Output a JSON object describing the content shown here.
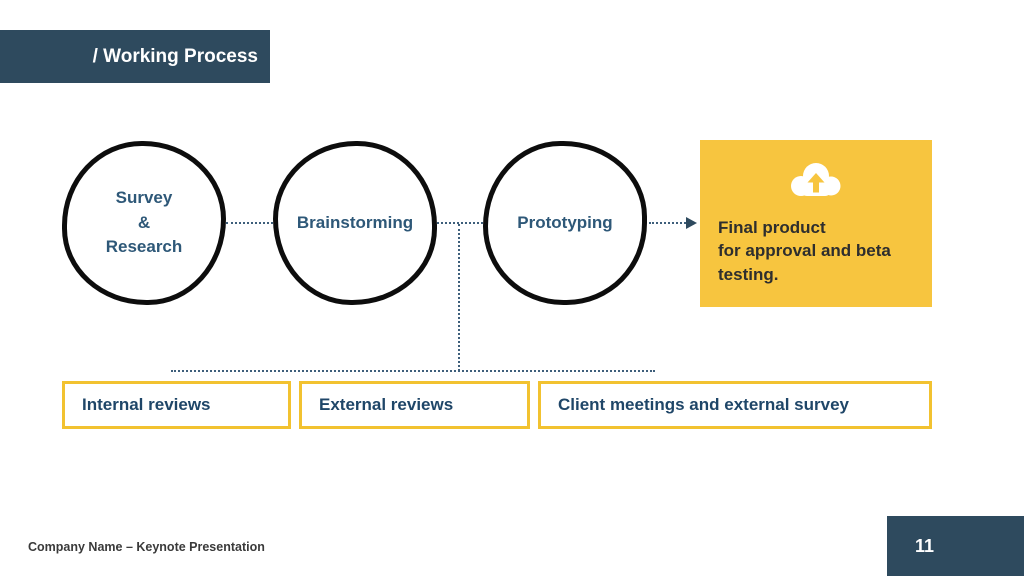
{
  "colors": {
    "accent_dark": "#2E4A5E",
    "accent_yellow": "#F7C53F",
    "border_yellow": "#F2C230",
    "step_text_blue": "#2E5878",
    "review_text_blue": "#1F4668",
    "connector_blue": "#3E5F7B"
  },
  "header": {
    "title": "/ Working Process"
  },
  "process": {
    "steps": [
      {
        "label": "Survey\n&\nResearch"
      },
      {
        "label": "Brainstorming"
      },
      {
        "label": "Prototyping"
      }
    ],
    "final": {
      "icon": "cloud-upload-icon",
      "text": "Final product\nfor approval and beta\ntesting."
    }
  },
  "reviews": [
    {
      "label": "Internal reviews"
    },
    {
      "label": "External reviews"
    },
    {
      "label": "Client meetings and external survey"
    }
  ],
  "footer": {
    "company": "Company Name – Keynote Presentation",
    "page_number": "11"
  }
}
